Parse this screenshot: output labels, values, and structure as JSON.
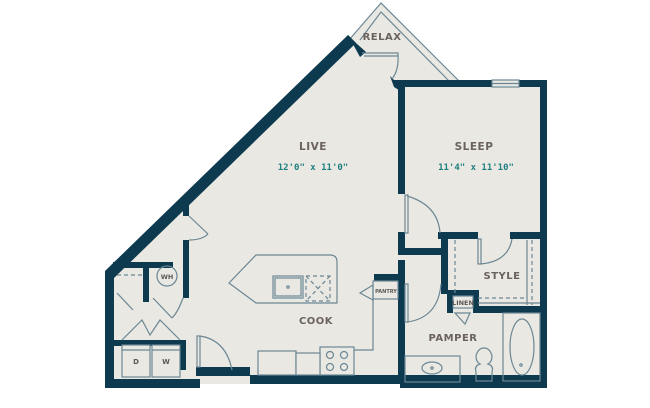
{
  "floorplan": {
    "colors": {
      "wall": "#0d3a4e",
      "floor": "#e9e8e3",
      "fixture_line": "#6b8794",
      "room_label": "#6b625c",
      "dimension_label": "#1f7f80"
    },
    "rooms": {
      "relax": {
        "label": "RELAX"
      },
      "live": {
        "label": "LIVE",
        "dimensions": "12'0\" x 11'0\""
      },
      "sleep": {
        "label": "SLEEP",
        "dimensions": "11'4\" x 11'10\""
      },
      "cook": {
        "label": "COOK"
      },
      "style": {
        "label": "STYLE"
      },
      "pamper": {
        "label": "PAMPER"
      }
    },
    "fixtures": {
      "water_heater": "WH",
      "dryer": "D",
      "washer": "W",
      "pantry": "PANTRY",
      "linen": "LINEN"
    }
  }
}
